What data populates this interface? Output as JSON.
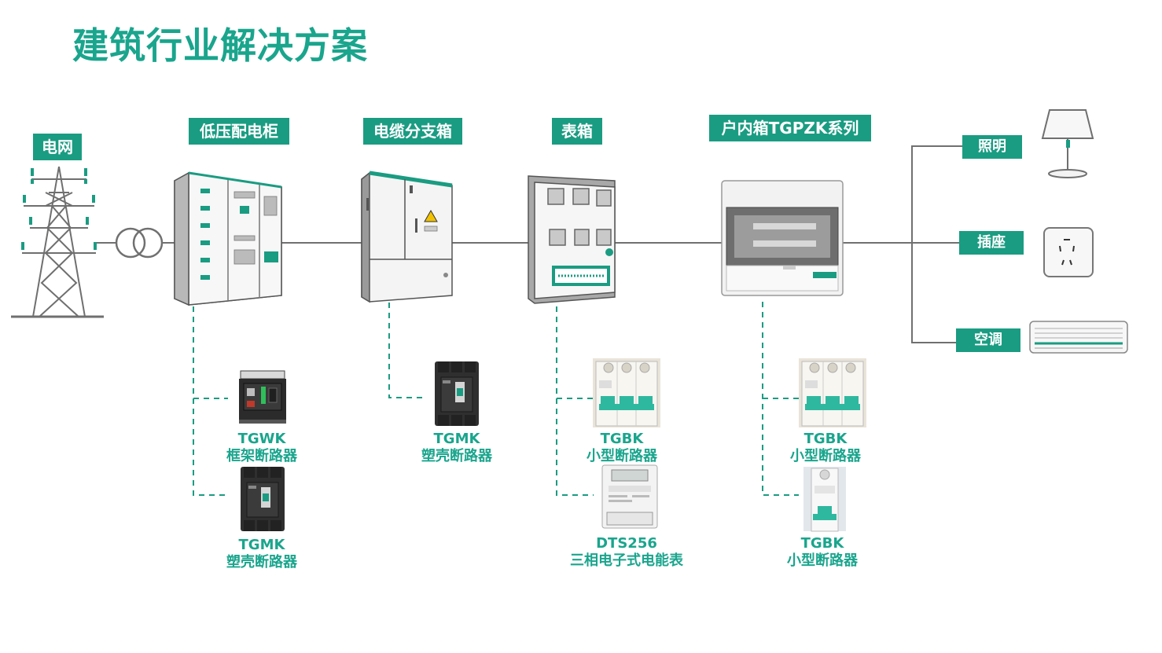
{
  "title": "建筑行业解决方案",
  "tags": {
    "grid": "电网",
    "lv_cabinet": "低压配电柜",
    "cable_box": "电缆分支箱",
    "meter_box": "表箱",
    "indoor_box": "户内箱TGPZK系列",
    "lighting": "照明",
    "socket": "插座",
    "ac": "空调"
  },
  "products": {
    "tgwk": {
      "model": "TGWK",
      "name": "框架断路器"
    },
    "tgmk_1": {
      "model": "TGMK",
      "name": "塑壳断路器"
    },
    "tgmk_2": {
      "model": "TGMK",
      "name": "塑壳断路器"
    },
    "tgbk_1": {
      "model": "TGBK",
      "name": "小型断路器"
    },
    "dts256": {
      "model": "DTS256",
      "name": "三相电子式电能表"
    },
    "tgbk_2": {
      "model": "TGBK",
      "name": "小型断路器"
    },
    "tgbk_3": {
      "model": "TGBK",
      "name": "小型断路器"
    }
  },
  "colors": {
    "brand": "#1a9c82",
    "title": "#1aa58d",
    "line": "#707070"
  }
}
